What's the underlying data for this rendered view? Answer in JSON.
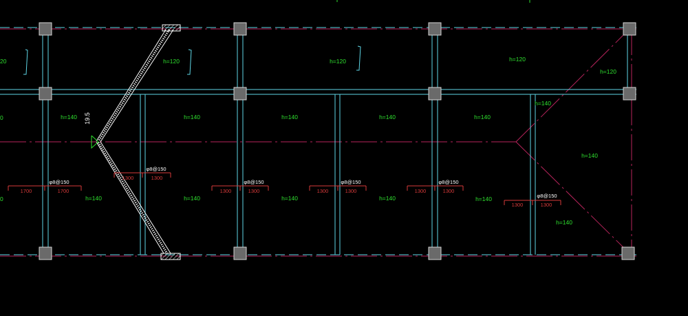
{
  "colors": {
    "background": "#000000",
    "beam": "#5fd8e8",
    "axis": "#b8245c",
    "label": "#2ee02e",
    "dimension": "#d83a3a",
    "rebar_text": "#ffffff",
    "column": "#6a6a6a",
    "column_edge": "#d4d4d4",
    "stair": "#ffffff"
  },
  "edge_labels": [
    "20",
    "0",
    "0"
  ],
  "thickness_labels": [
    "h=120",
    "h=120",
    "h=120",
    "h=120",
    "h=140",
    "h=140",
    "h=140",
    "h=140",
    "h=140",
    "h=140",
    "h=140",
    "h=140",
    "h=140",
    "h=140",
    "h=140",
    "h=140",
    "h=140"
  ],
  "rebar_labels": [
    "φ8@150",
    "φ8@150",
    "φ8@150",
    "φ8@150",
    "φ8@150",
    "φ8@150"
  ],
  "dimension_labels": [
    "1700",
    "1700",
    "1300",
    "1300",
    "1300",
    "1300",
    "1300",
    "1300",
    "1300",
    "1300",
    "1300",
    "1300"
  ],
  "elevation_label": "19.5"
}
